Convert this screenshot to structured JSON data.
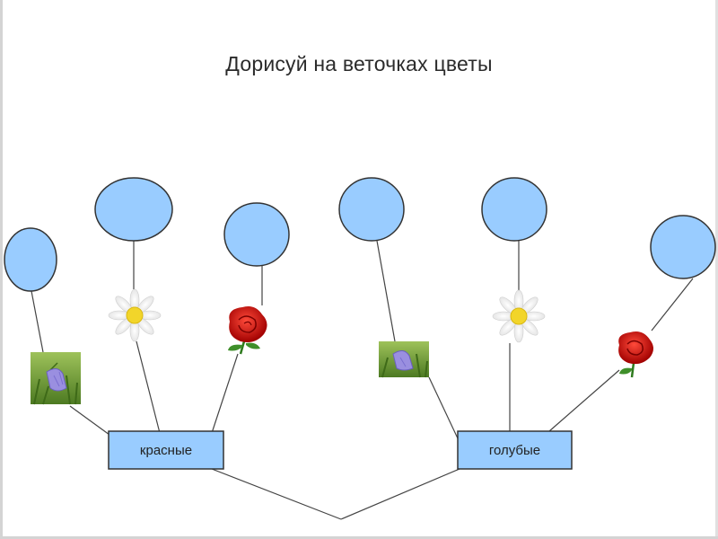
{
  "title": "Дорисуй на веточках цветы",
  "groups": [
    {
      "label": "красные"
    },
    {
      "label": "голубые"
    }
  ],
  "colors": {
    "circle_fill": "#99ccff",
    "box_fill": "#99ccff",
    "stroke": "#333333",
    "line": "#444444"
  },
  "icons": [
    "bellflower-icon",
    "daisy-icon",
    "rose-icon",
    "bellflower-icon",
    "daisy-icon",
    "rose-icon"
  ]
}
